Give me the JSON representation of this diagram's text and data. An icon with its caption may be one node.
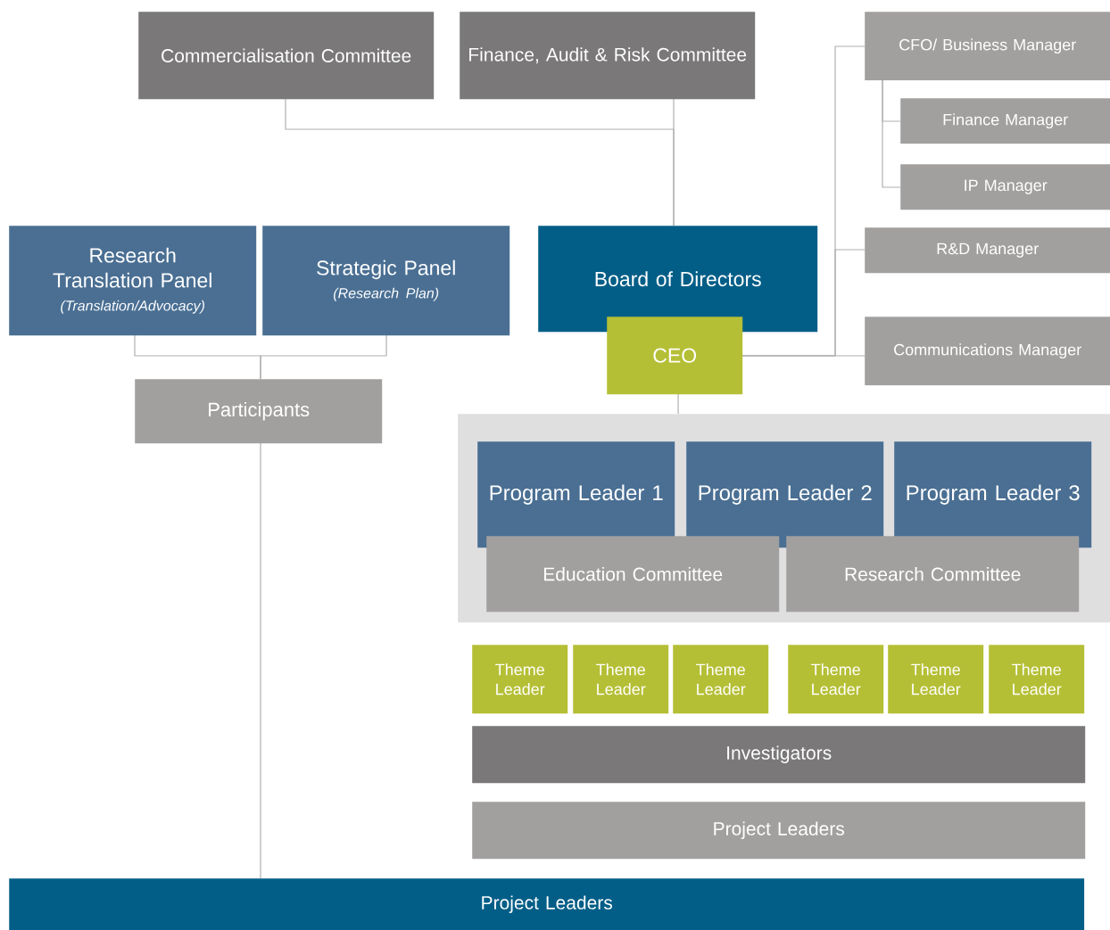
{
  "diagram": {
    "nodes": [
      {
        "text": [
          "Commercialisation Committee"
        ]
      },
      {
        "text": [
          "Finance, Audit & Risk Committee"
        ]
      },
      {
        "text": [
          "CFO/ Business Manager"
        ]
      },
      {
        "text": [
          "Finance Manager"
        ]
      },
      {
        "text": [
          "IP Manager"
        ]
      },
      {
        "text": [
          "Research Translation Panel",
          "(Translation/Advocacy)"
        ]
      },
      {
        "text": [
          "Strategic Panel",
          "(Research Plan)"
        ]
      },
      {
        "text": [
          "Board of Directors"
        ]
      },
      {
        "text": [
          "R&D Manager"
        ]
      },
      {
        "text": [
          "CEO"
        ]
      },
      {
        "text": [
          "Communications Manager"
        ]
      },
      {
        "text": [
          "Participants"
        ]
      },
      {
        "text": [],
        "shape": "box"
      },
      {
        "text": [
          "Program Leader 1"
        ],
        "in": 12
      },
      {
        "text": [
          "Program Leader 2"
        ],
        "in": 12
      },
      {
        "text": [
          "Program Leader 3"
        ],
        "in": 12
      },
      {
        "text": [
          "Education Committee"
        ],
        "in": 12
      },
      {
        "text": [
          "Research Committee"
        ],
        "in": 12
      },
      {
        "text": [
          "Theme Leader"
        ]
      },
      {
        "text": [
          "Theme Leader"
        ]
      },
      {
        "text": [
          "Theme Leader"
        ]
      },
      {
        "text": [
          "Theme Leader"
        ]
      },
      {
        "text": [
          "Theme Leader"
        ]
      },
      {
        "text": [
          "Theme Leader"
        ]
      },
      {
        "text": [
          "Investigators"
        ]
      },
      {
        "text": [
          "Project Leaders"
        ]
      },
      {
        "text": [
          "Project Leaders"
        ]
      }
    ],
    "edges": [
      {
        "from": 0,
        "to": 7,
        "arrow": "none"
      },
      {
        "from": 1,
        "to": 7,
        "arrow": "none"
      },
      {
        "from": 9,
        "to": 2,
        "arrow": "none"
      },
      {
        "from": 9,
        "to": 8,
        "arrow": "none"
      },
      {
        "from": 9,
        "to": 10,
        "arrow": "none"
      },
      {
        "from": 2,
        "to": 3,
        "arrow": "none"
      },
      {
        "from": 2,
        "to": 4,
        "arrow": "none"
      },
      {
        "from": 5,
        "to": 11,
        "arrow": "none"
      },
      {
        "from": 6,
        "to": 11,
        "arrow": "none"
      },
      {
        "from": 11,
        "to": 26,
        "arrow": "none"
      },
      {
        "from": 9,
        "to": 12,
        "arrow": "none"
      }
    ]
  }
}
